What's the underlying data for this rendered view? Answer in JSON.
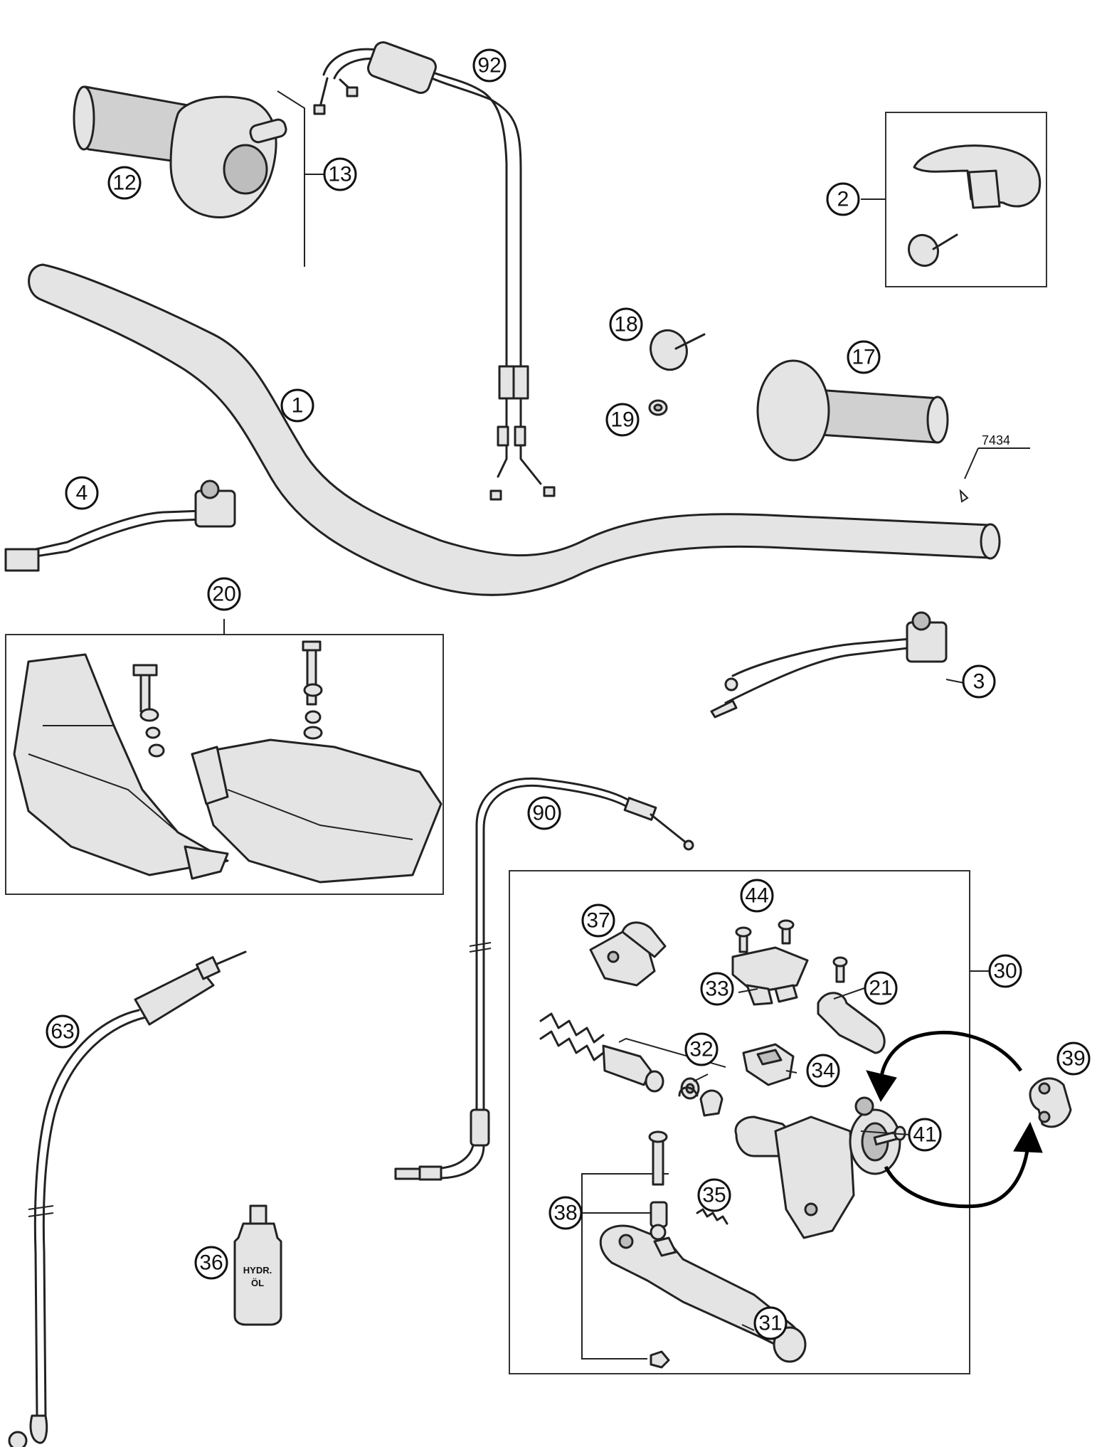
{
  "callouts": {
    "c1": "1",
    "c2": "2",
    "c3": "3",
    "c4": "4",
    "c12": "12",
    "c13": "13",
    "c17": "17",
    "c18": "18",
    "c19": "19",
    "c20": "20",
    "c21": "21",
    "c30": "30",
    "c31": "31",
    "c32": "32",
    "c33": "33",
    "c34": "34",
    "c35": "35",
    "c36": "36",
    "c37": "37",
    "c38": "38",
    "c39": "39",
    "c41": "41",
    "c44": "44",
    "c63": "63",
    "c90": "90",
    "c92": "92"
  },
  "ref_code": "7434",
  "bottle_label": {
    "line1": "HYDR.",
    "line2": "ÖL"
  }
}
